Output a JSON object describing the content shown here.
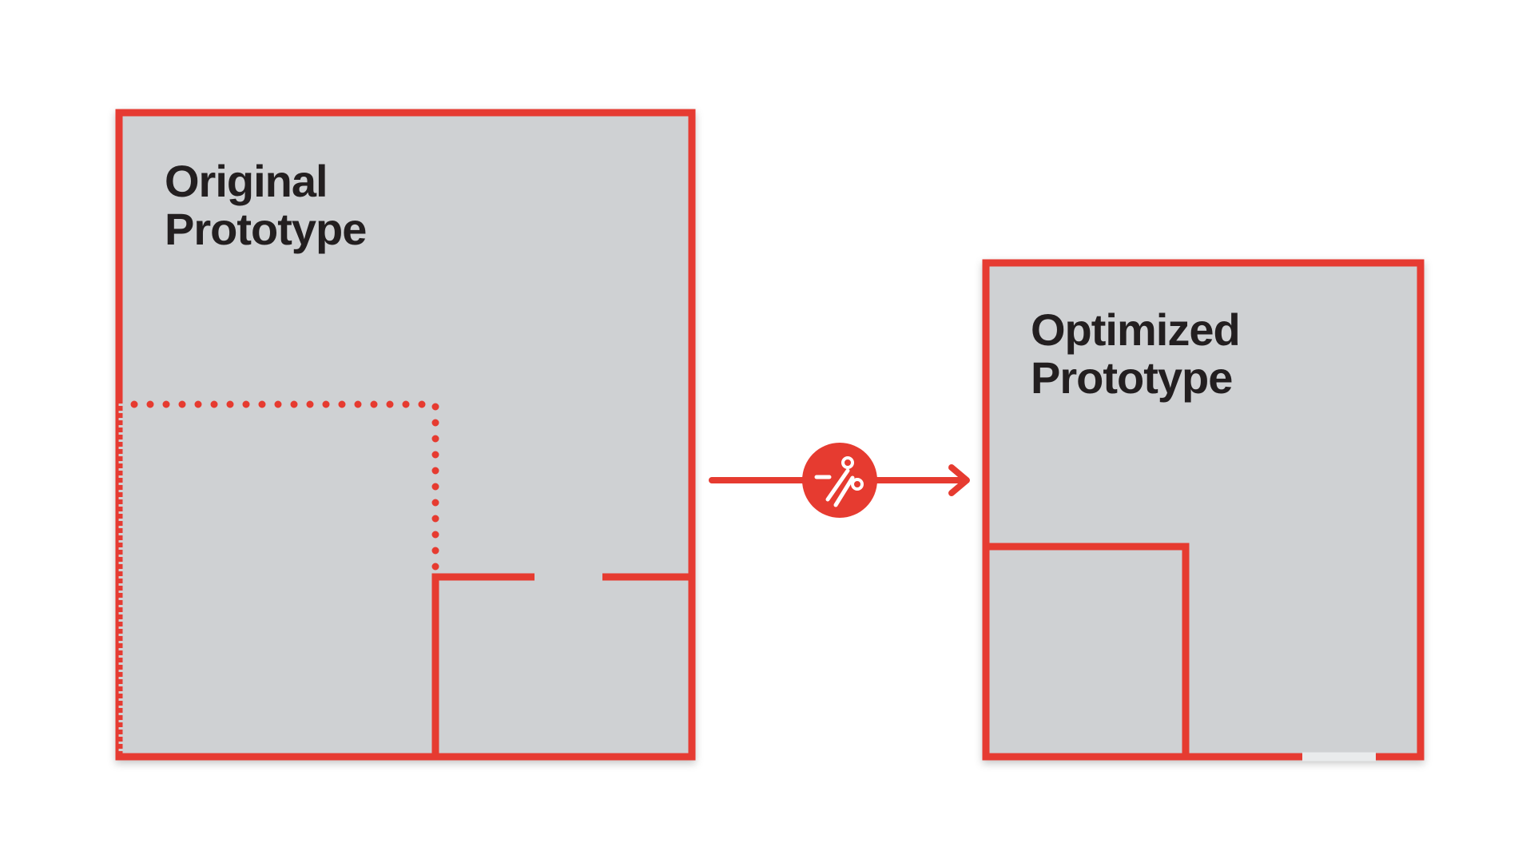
{
  "colors": {
    "accent": "#e63b30",
    "fill": "#cfd1d3",
    "text": "#231f20",
    "background": "#ffffff"
  },
  "original": {
    "line1": "Original",
    "line2": "Prototype"
  },
  "optimized": {
    "line1": "Optimized",
    "line2": "Prototype"
  },
  "transition": {
    "icon": "scissors-icon"
  }
}
